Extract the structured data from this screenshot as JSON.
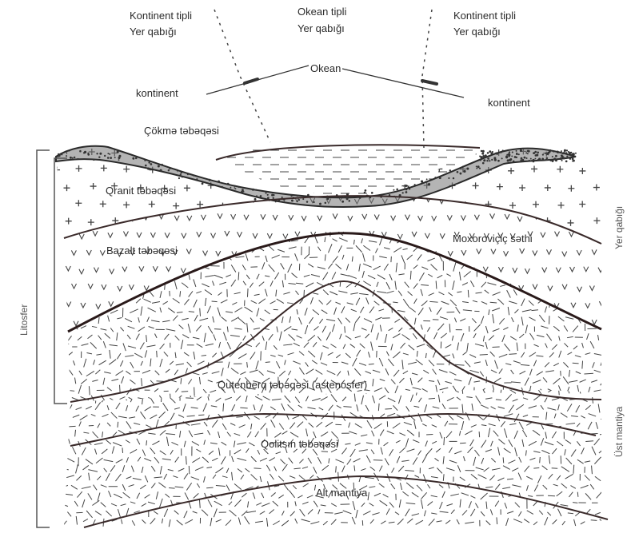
{
  "top_labels": {
    "left_continent_type": [
      "Kontinent tipli",
      "Yer qabığı"
    ],
    "ocean_type": [
      "Okean tipli",
      "Yer qabığı"
    ],
    "right_continent_type": [
      "Kontinent tipli",
      "Yer qabığı"
    ]
  },
  "surface_labels": {
    "continent_left": "kontinent",
    "ocean": "Okean",
    "continent_right": "kontinent"
  },
  "layer_labels": {
    "sediment": "Çökmə təbəqəsi",
    "granite": "Qranit təbəqəsi",
    "basalt": "Bazalt təbəqəsi",
    "moho": "Moxoroviçiç səthi",
    "gutenberg": "Qutenberq təbəqəsi (astenosfer)",
    "golitsyn": "Qolitsın təbəqəsi",
    "lower_mantle": "Alt mantiya"
  },
  "side_labels": {
    "lithosphere": "Litosfer",
    "earth_crust": "Yer qabığı",
    "upper_mantle": "Üst mantiya"
  },
  "colors": {
    "line": "#3a2a2a",
    "text": "#2b2b2b",
    "pattern": "#444444",
    "dots": "#333333"
  }
}
